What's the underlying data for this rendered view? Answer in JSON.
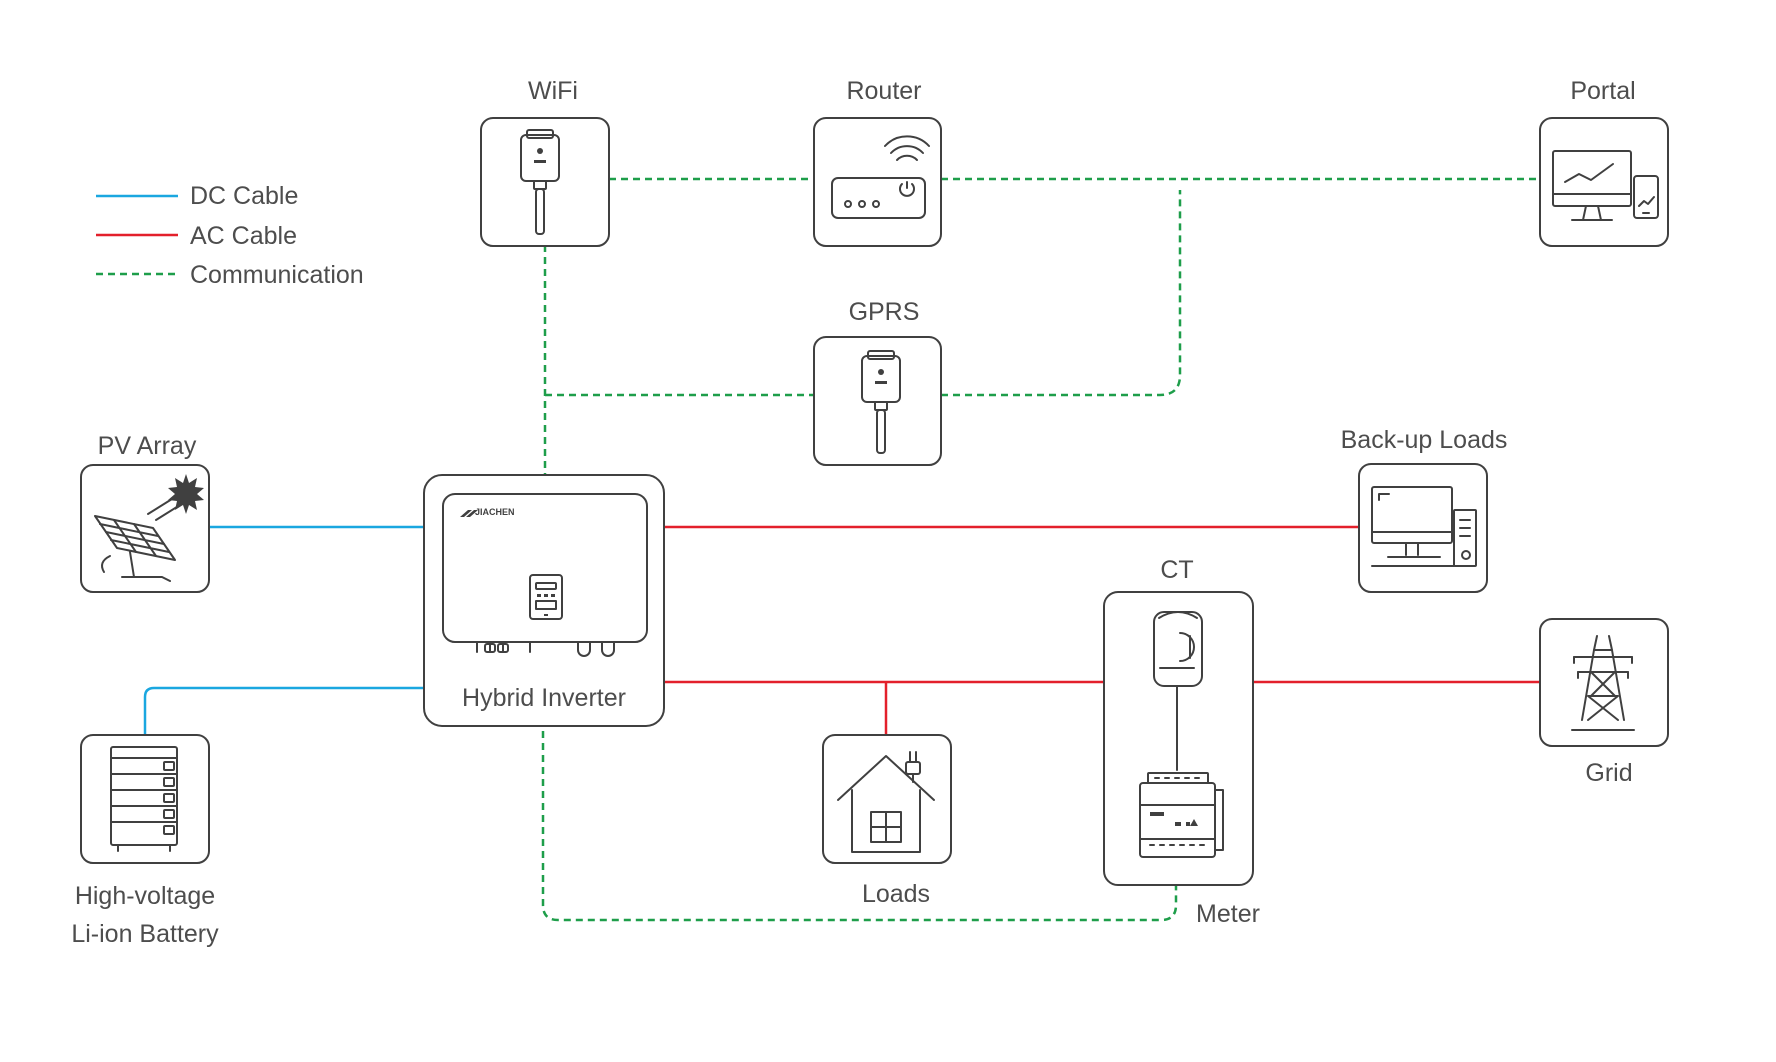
{
  "legend": {
    "dc_cable": "DC Cable",
    "ac_cable": "AC Cable",
    "communication": "Communication"
  },
  "colors": {
    "dc": "#1aa7e0",
    "ac": "#e3202b",
    "communication": "#1e9e4a",
    "outline": "#404040"
  },
  "nodes": {
    "wifi": "WiFi",
    "router": "Router",
    "portal": "Portal",
    "gprs": "GPRS",
    "pv_array": "PV Array",
    "backup_loads": "Back-up Loads",
    "ct": "CT",
    "hybrid_inverter": "Hybrid Inverter",
    "grid": "Grid",
    "battery_line1": "High-voltage",
    "battery_line2": "Li-ion Battery",
    "loads": "Loads",
    "meter": "Meter"
  },
  "brand": "JIACHEN",
  "icons": [
    "wifi-dongle-icon",
    "router-icon",
    "portal-monitor-icon",
    "gprs-dongle-icon",
    "solar-panel-icon",
    "backup-pc-icon",
    "ct-clamp-icon",
    "grid-tower-icon",
    "battery-stack-icon",
    "house-icon",
    "meter-icon",
    "inverter-icon"
  ]
}
